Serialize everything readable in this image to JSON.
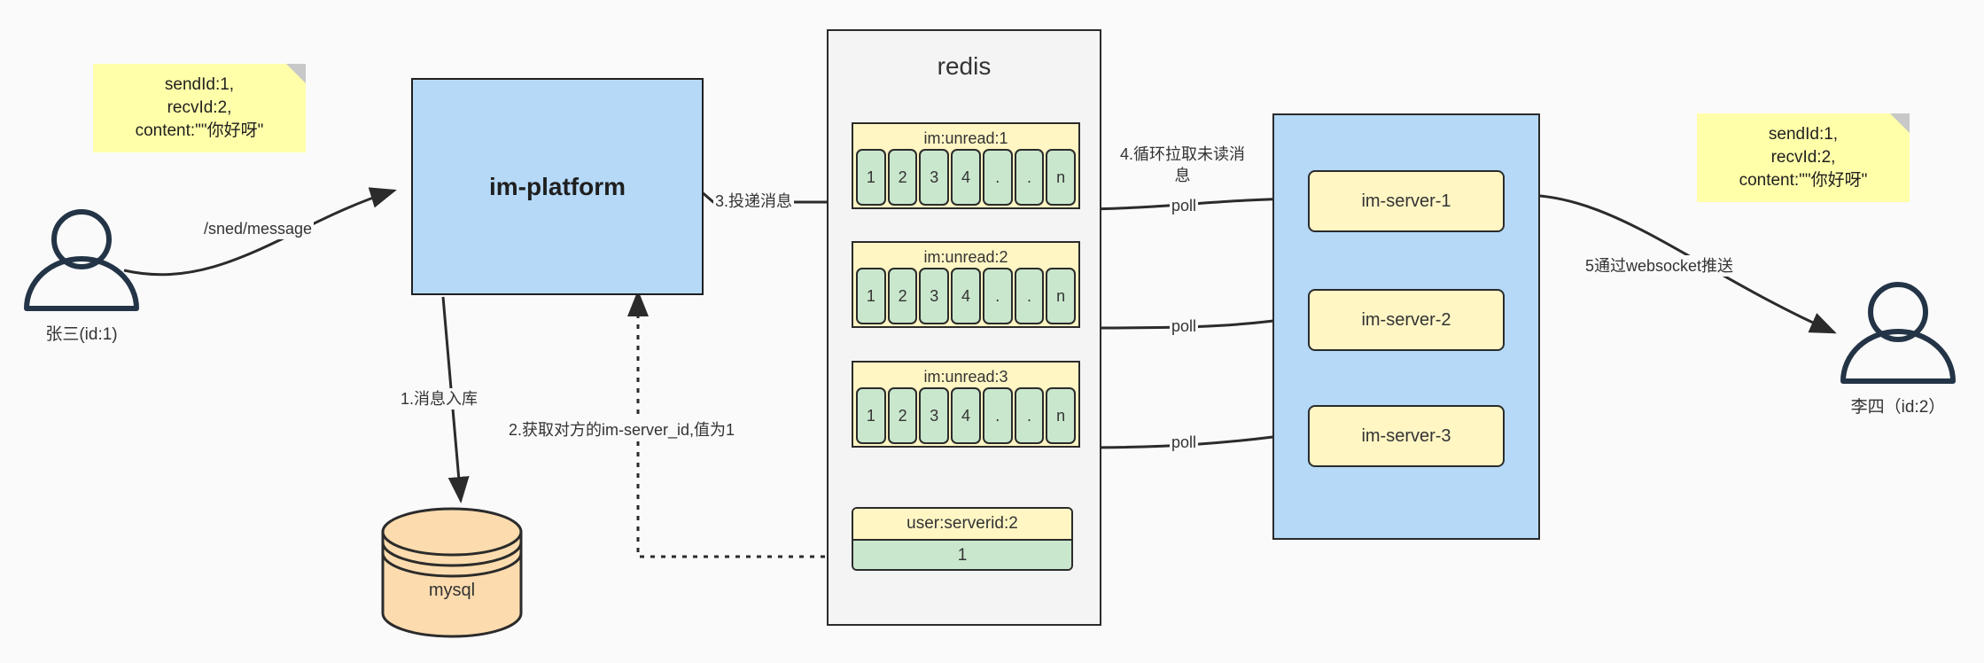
{
  "diagram": {
    "title": "IM message delivery architecture",
    "colors": {
      "sticky": "#ffffaa",
      "blue_box": "#b5d9f7",
      "yellow_box": "#fff6c4",
      "green_cell": "#c9e7cd",
      "db_orange": "#fcdcae",
      "stroke": "#2b2b2b",
      "background": "#fafafa"
    }
  },
  "notes": {
    "left": "sendId:1,\nrecvId:2,\ncontent:\"\"你好呀\"",
    "right": "sendId:1,\nrecvId:2,\ncontent:\"\"你好呀\""
  },
  "actors": {
    "sender": {
      "label": "张三(id:1)"
    },
    "receiver": {
      "label": "李四（id:2）"
    }
  },
  "platform": {
    "label": "im-platform"
  },
  "database": {
    "label": "mysql"
  },
  "redis": {
    "title": "redis",
    "queues": [
      {
        "key": "im:unread:1",
        "cells": [
          "1",
          "2",
          "3",
          "4",
          ".",
          ".",
          "n"
        ]
      },
      {
        "key": "im:unread:2",
        "cells": [
          "1",
          "2",
          "3",
          "4",
          ".",
          ".",
          "n"
        ]
      },
      {
        "key": "im:unread:3",
        "cells": [
          "1",
          "2",
          "3",
          "4",
          ".",
          ".",
          "n"
        ]
      }
    ],
    "kv": {
      "key": "user:serverid:2",
      "value": "1"
    }
  },
  "cluster": {
    "servers": [
      {
        "label": "im-server-1"
      },
      {
        "label": "im-server-2"
      },
      {
        "label": "im-server-3"
      }
    ]
  },
  "edges": {
    "send_message": "/sned/message",
    "step1": "1.消息入库",
    "step2": "2.获取对方的im-server_id,值为1",
    "step3": "3.投递消息",
    "step4": "4.循环拉取未读消\n息",
    "step5": "5通过websocket推送",
    "poll1": "poll",
    "poll2": "poll",
    "poll3": "poll"
  }
}
